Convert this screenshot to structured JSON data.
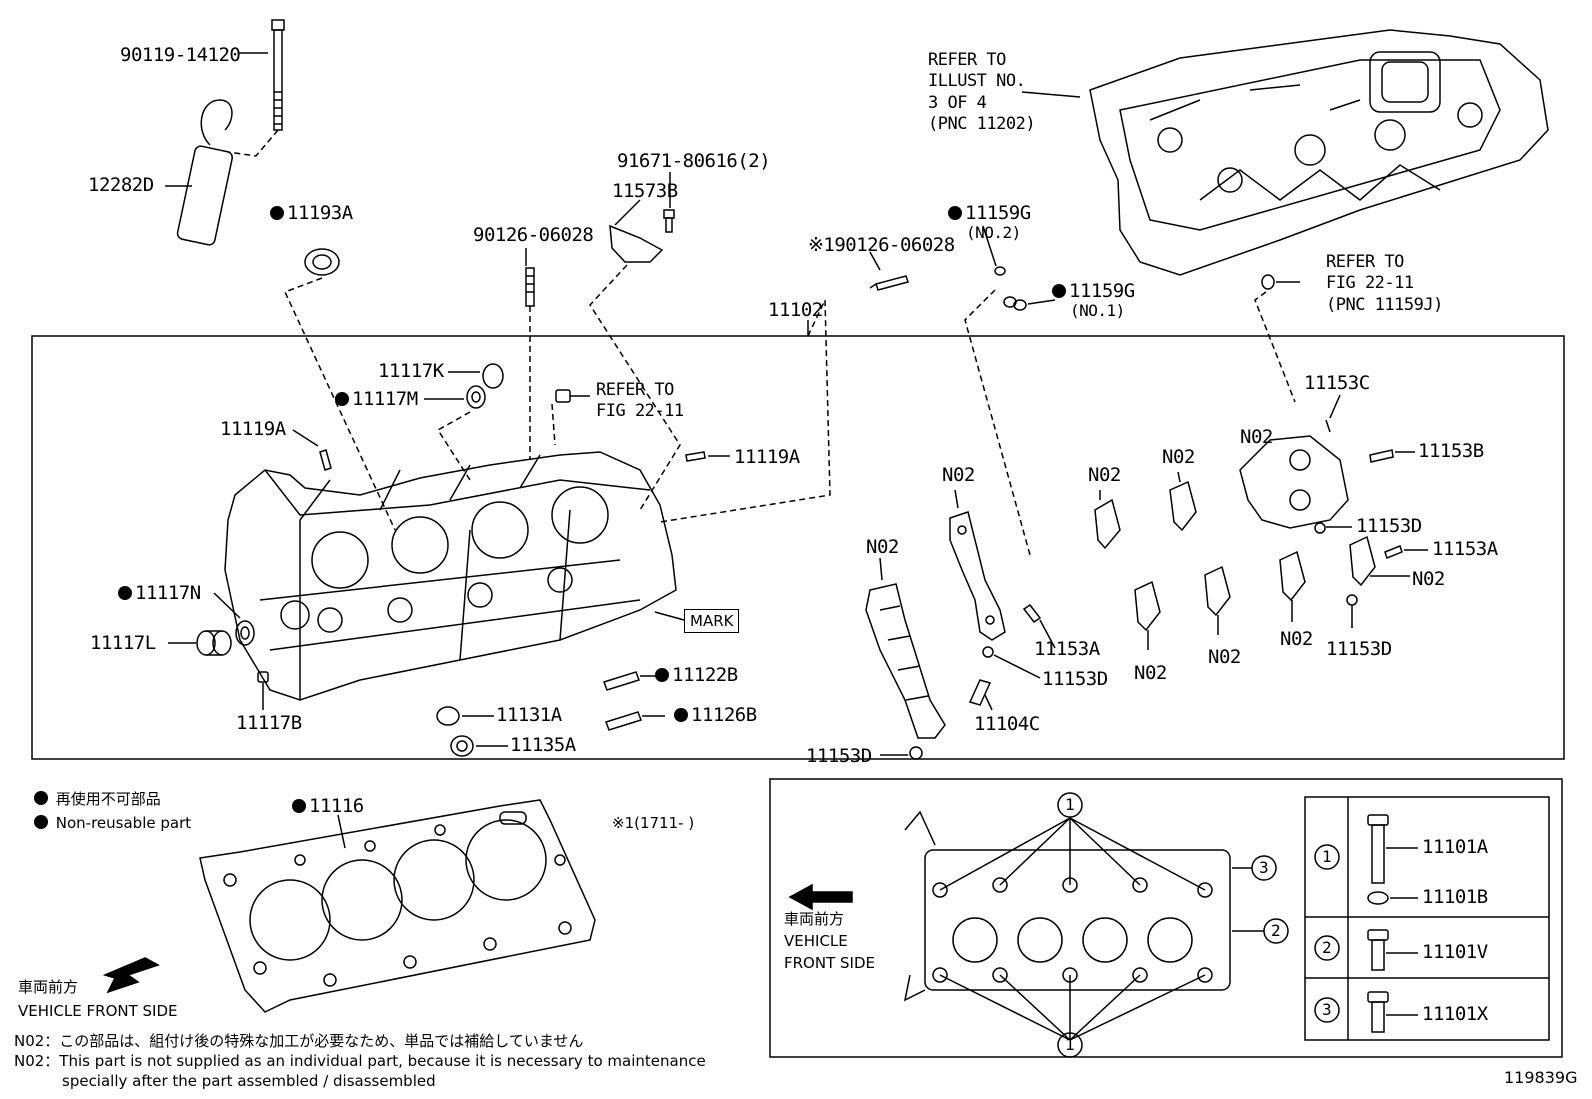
{
  "labels": {
    "p90119": "90119-14120",
    "p12282D": "12282D",
    "p11193A": "11193A",
    "p91671": "91671-80616(2)",
    "p11573B": "11573B",
    "p90126": "90126-06028",
    "p90126x": "※190126-06028",
    "p11159G2": "11159G",
    "no2_note": "(NO.2)",
    "p11159G1": "11159G",
    "no1_note": "(NO.1)",
    "p11102": "11102",
    "refer_illust": "REFER TO\nILLUST NO.\n3 OF 4\n(PNC 11202)",
    "refer_fig_top": "REFER TO\nFIG 22-11\n(PNC 11159J)",
    "refer_fig_mid": "REFER TO\nFIG 22-11",
    "p11117K": "11117K",
    "p11117M": "11117M",
    "p11119A_l": "11119A",
    "p11119A_r": "11119A",
    "p11117N": "11117N",
    "p11117L": "11117L",
    "p11117B": "11117B",
    "mark": "MARK",
    "p11122B": "11122B",
    "p11126B": "11126B",
    "p11131A": "11131A",
    "p11135A": "11135A",
    "p11153C": "11153C",
    "p11153B": "11153B",
    "p11153D_a": "11153D",
    "p11153A_r": "11153A",
    "p11153D_b": "11153D",
    "p11153A_c": "11153A",
    "p11153D_c": "11153D",
    "p11104C": "11104C",
    "p11153D_d": "11153D",
    "n02": "N02",
    "p11116": "11116",
    "ref_star": "※1(1711-    )",
    "p11101A": "11101A",
    "p11101B": "11101B",
    "p11101V": "11101V",
    "p11101X": "11101X",
    "c1": "1",
    "c2": "2",
    "c3": "3"
  },
  "legend": {
    "jp": "再使用不可部品",
    "en": "Non-reusable part"
  },
  "vehicle_front": {
    "jp": "車両前方",
    "en1": "VEHICLE",
    "en2": "FRONT SIDE",
    "en_full": "VEHICLE FRONT SIDE"
  },
  "footnotes": {
    "jp": "N02：この部品は、組付け後の特殊な加工が必要なため、単品では補給していません",
    "en1": "N02：This part is not supplied as an individual part, because it is necessary to maintenance",
    "en2": "specially after the part assembled / disassembled"
  },
  "illustration_id": "119839G"
}
